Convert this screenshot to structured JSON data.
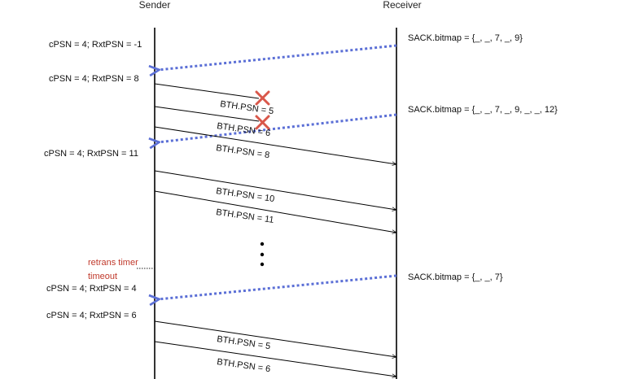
{
  "lanes": {
    "sender": "Sender",
    "receiver": "Receiver"
  },
  "states": [
    "cPSN = 4; RxtPSN = -1",
    "cPSN = 4; RxtPSN = 8",
    "cPSN = 4; RxtPSN = 11",
    "cPSN = 4; RxtPSN = 4",
    "cPSN = 4; RxtPSN = 6"
  ],
  "sacks": [
    "SACK.bitmap = {_, _, 7, _, 9}",
    "SACK.bitmap = {_, _, 7, _, 9, _, _, 12}",
    "SACK.bitmap = {_, _, 7}"
  ],
  "packets": [
    {
      "label": "BTH.PSN = 5",
      "lost": true
    },
    {
      "label": "BTH.PSN = 6",
      "lost": true
    },
    {
      "label": "BTH.PSN = 8",
      "lost": false
    },
    {
      "label": "BTH.PSN = 10",
      "lost": false
    },
    {
      "label": "BTH.PSN = 11",
      "lost": false
    },
    {
      "label": "BTH.PSN = 5",
      "lost": false
    },
    {
      "label": "BTH.PSN = 6",
      "lost": false
    }
  ],
  "timer": {
    "line1": "retrans timer",
    "line2": "timeout"
  },
  "colors": {
    "sack_arrow": "#5b6fd6",
    "loss_mark": "#d9574a",
    "timer_text": "#c0392b",
    "line": "#000000"
  }
}
